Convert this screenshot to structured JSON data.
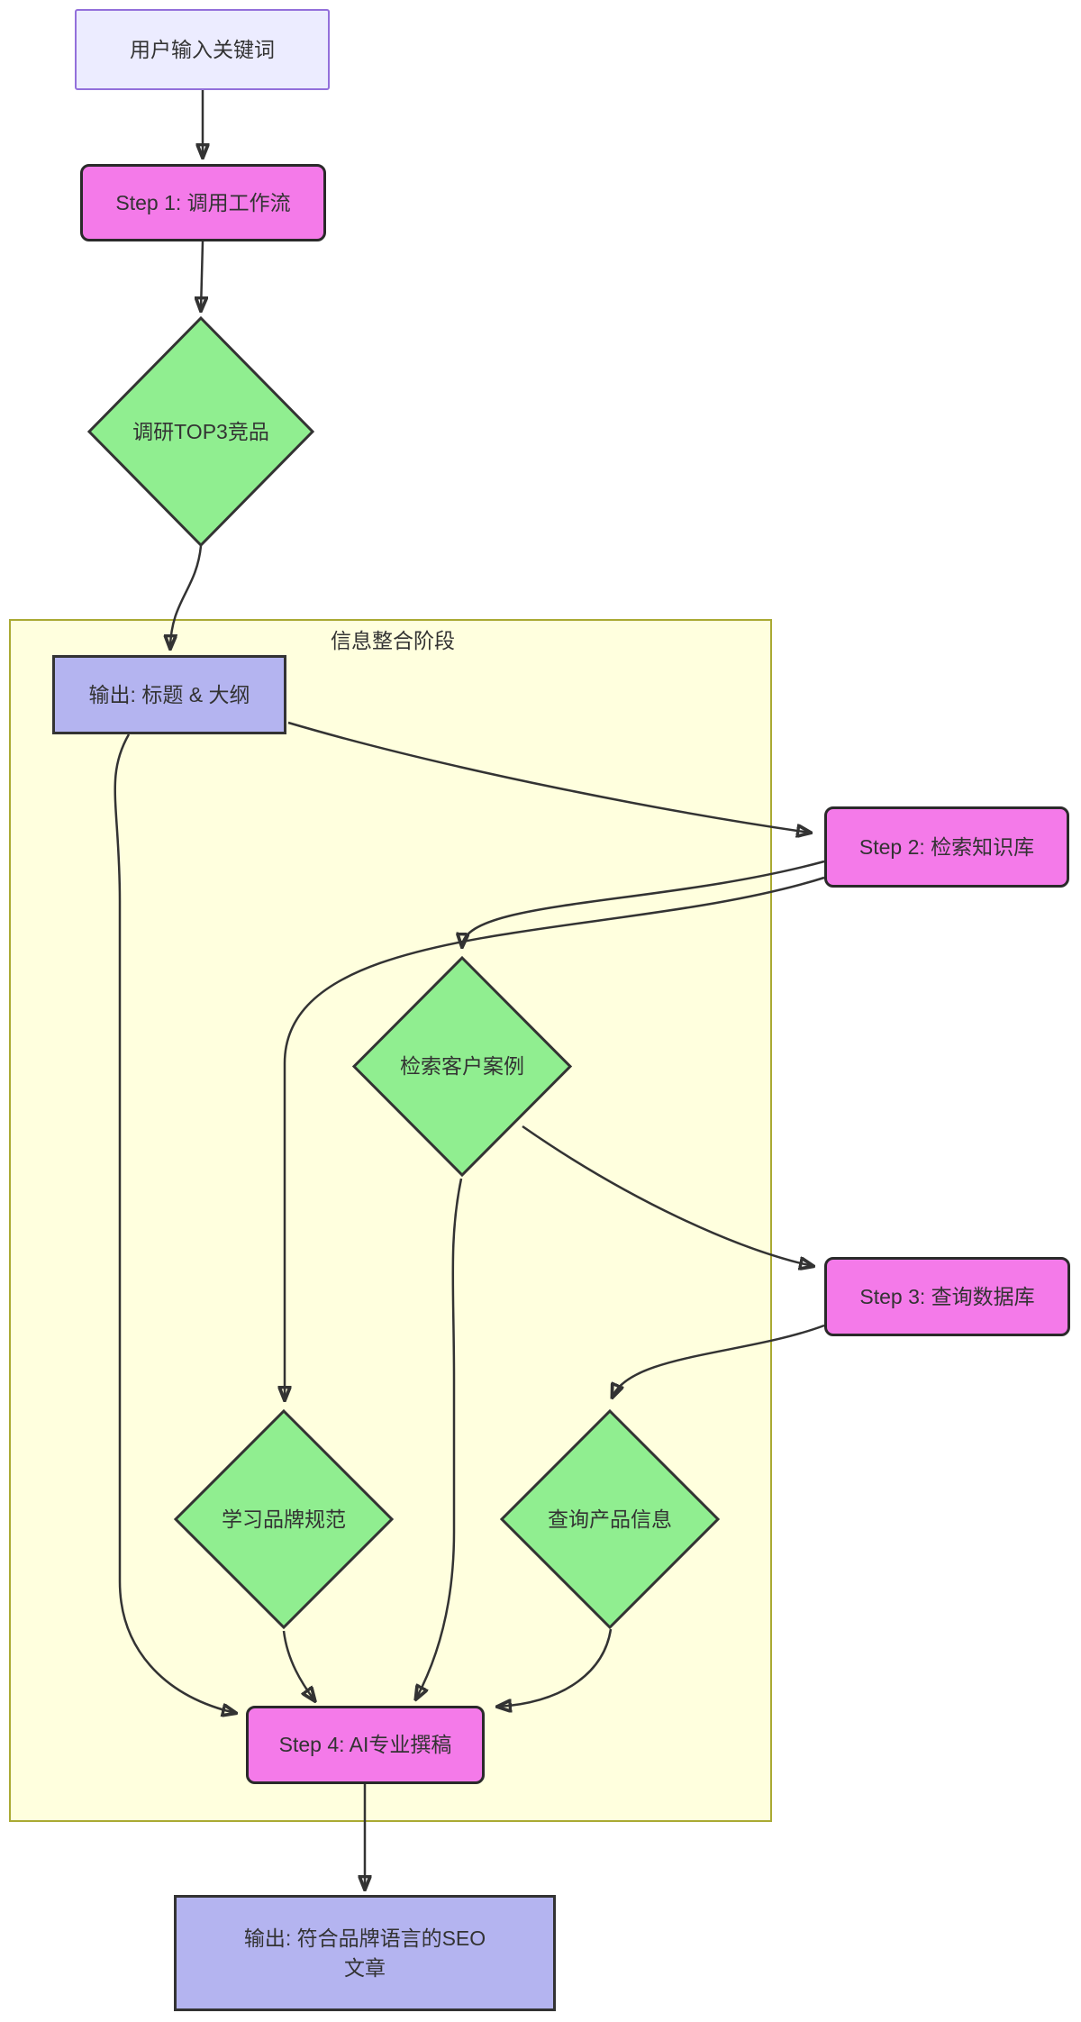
{
  "subgraph": {
    "label": "信息整合阶段"
  },
  "nodes": {
    "user_input": {
      "label": "用户输入关键词"
    },
    "step1": {
      "label": "Step 1: 调用工作流"
    },
    "research": {
      "label": "调研TOP3竞品"
    },
    "outline": {
      "label": "输出: 标题 & 大纲"
    },
    "step2": {
      "label": "Step 2: 检索知识库"
    },
    "cases": {
      "label": "检索客户案例"
    },
    "step3": {
      "label": "Step 3: 查询数据库"
    },
    "brand": {
      "label": "学习品牌规范"
    },
    "product": {
      "label": "查询产品信息"
    },
    "step4": {
      "label": "Step 4: AI专业撰稿"
    },
    "final_output": {
      "line1": "输出: 符合品牌语言的SEO",
      "line2": "文章"
    }
  },
  "edges": [
    {
      "from": "user_input",
      "to": "step1"
    },
    {
      "from": "step1",
      "to": "research"
    },
    {
      "from": "research",
      "to": "outline"
    },
    {
      "from": "outline",
      "to": "step2"
    },
    {
      "from": "outline",
      "to": "step4"
    },
    {
      "from": "step2",
      "to": "cases"
    },
    {
      "from": "step2",
      "to": "brand"
    },
    {
      "from": "cases",
      "to": "step3"
    },
    {
      "from": "step3",
      "to": "product"
    },
    {
      "from": "cases",
      "to": "step4"
    },
    {
      "from": "brand",
      "to": "step4"
    },
    {
      "from": "product",
      "to": "step4"
    },
    {
      "from": "step4",
      "to": "final_output"
    }
  ],
  "colors": {
    "background": "#FFFFFF",
    "start_node_fill": "#ECECFF",
    "start_node_border": "#9370DB",
    "step_node_fill": "#F47AE9",
    "diamond_fill": "#90EE90",
    "output_node_fill": "#B4B4F0",
    "dark_border": "#333333",
    "subgraph_fill": "#FFFFDE",
    "subgraph_border": "#AAAA33",
    "edge_color": "#333333",
    "text_color": "#333333"
  }
}
